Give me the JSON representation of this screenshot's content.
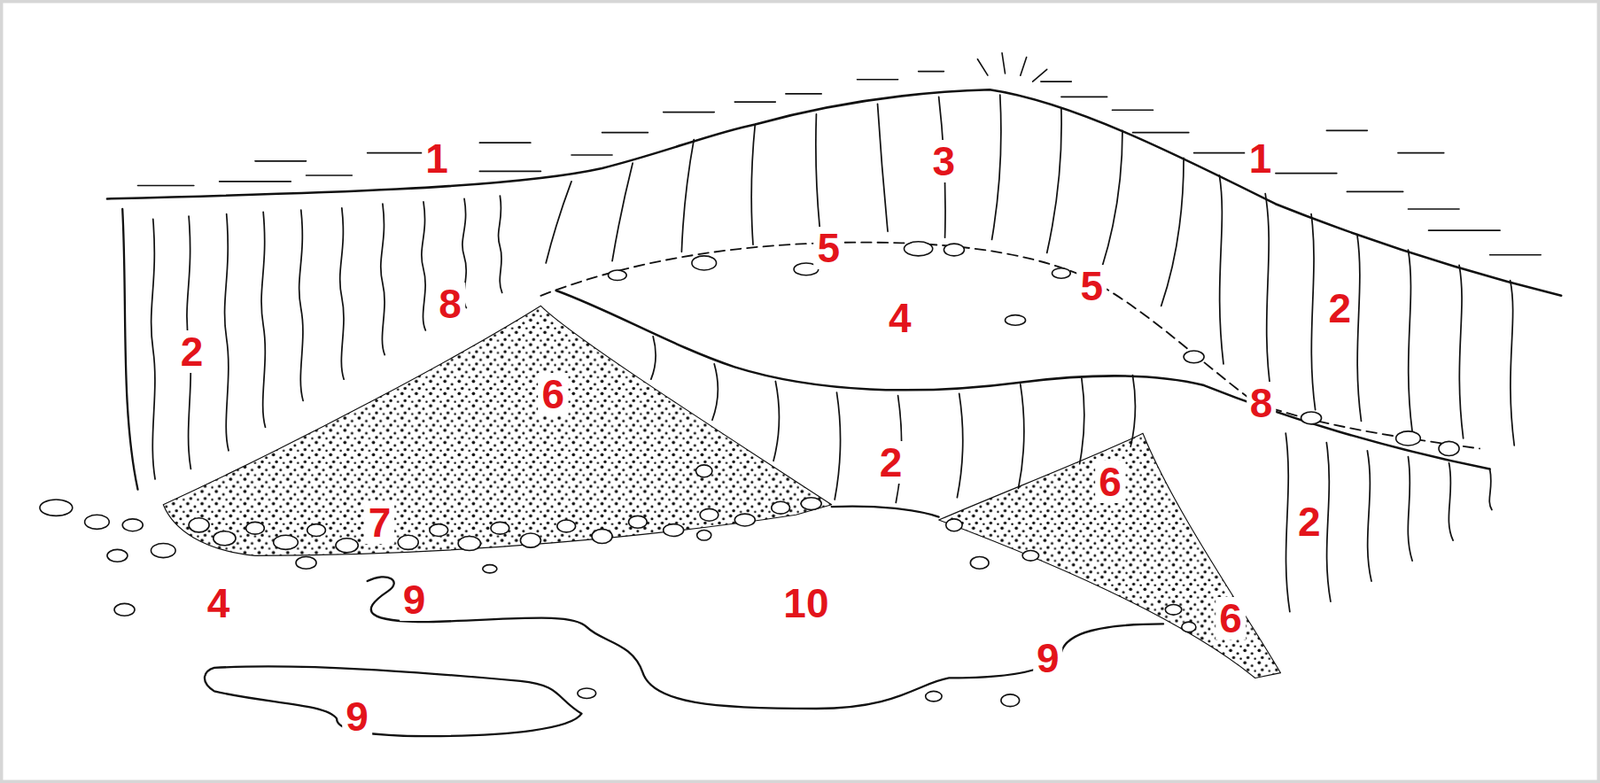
{
  "diagram": {
    "labels": [
      "1",
      "3",
      "1",
      "5",
      "5",
      "8",
      "4",
      "2",
      "2",
      "6",
      "8",
      "2",
      "6",
      "7",
      "2",
      "4",
      "9",
      "10",
      "6",
      "9",
      "9"
    ]
  }
}
